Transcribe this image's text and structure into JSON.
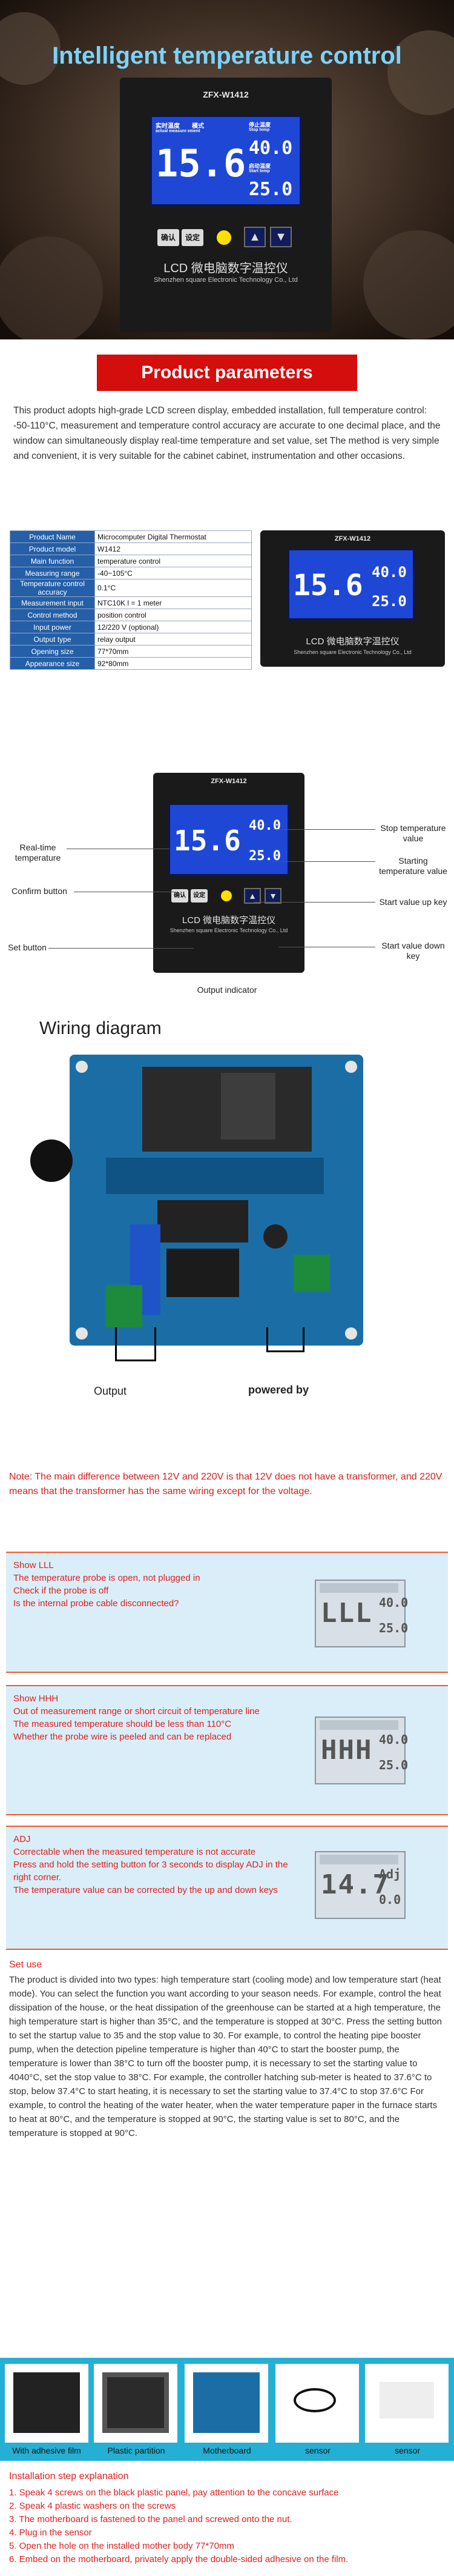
{
  "hero": {
    "title": "Intelligent temperature control",
    "model": "ZFX-W1412",
    "lcd": {
      "label_realtime": "实时温度",
      "label_mode": "模式",
      "label_actual": "actual measure ement",
      "label_stop": "停止温度",
      "label_stop_en": "Stop temp",
      "label_start": "启动温度",
      "label_start_en": "Start temp",
      "temp_value": "15.6",
      "stop_value": "40.0",
      "start_value": "25.0"
    },
    "btn_confirm": "确认",
    "btn_set": "设定",
    "caption_cn": "LCD 微电脑数字温控仪",
    "caption_en": "Shenzhen square Electronic Technology Co., Ltd"
  },
  "section_title": "Product parameters",
  "intro": "This product adopts high-grade LCD screen display, embedded installation, full temperature control: -50-110°C, measurement and temperature control accuracy are accurate to one decimal place, and the window can simultaneously display real-time temperature and set value, set The method is very simple and convenient, it is very suitable for the cabinet cabinet, instrumentation and other occasions.",
  "spec_rows": [
    {
      "k": "Product Name",
      "v": "Microcomputer Digital Thermostat"
    },
    {
      "k": "Product model",
      "v": "W1412"
    },
    {
      "k": "Main function",
      "v": "temperature control"
    },
    {
      "k": "Measuring range",
      "v": "-40~105°C"
    },
    {
      "k": "Temperature control accuracy",
      "v": "0.1°C"
    },
    {
      "k": "Measurement input",
      "v": "NTC10K l = 1 meter"
    },
    {
      "k": "Control method",
      "v": "position control"
    },
    {
      "k": "Input power",
      "v": "12/220 V (optional)"
    },
    {
      "k": "Output type",
      "v": "relay output"
    },
    {
      "k": "Opening size",
      "v": "77*70mm"
    },
    {
      "k": "Appearance size",
      "v": "92*80mm"
    }
  ],
  "annotations": {
    "realtime": "Real-time temperature",
    "confirm": "Confirm button",
    "set": "Set button",
    "stop": "Stop temperature value",
    "start": "Starting temperature value",
    "up": "Start value up key",
    "down": "Start value down key",
    "output": "Output indicator"
  },
  "wiring": {
    "title": "Wiring diagram",
    "output_label": "Output",
    "powered_label": "powered by"
  },
  "note": "Note: The main difference between 12V and 220V is that 12V does not have a transformer, and 220V means that the transformer has the same wiring except for the voltage.",
  "errors": [
    {
      "title": "Show LLL",
      "lines": [
        "The temperature probe is open, not plugged in",
        "Check if the probe is off",
        "Is the internal probe cable disconnected?"
      ],
      "display": "LLL",
      "s1": "40.0",
      "s2": "25.0"
    },
    {
      "title": "Show HHH",
      "lines": [
        "Out of measurement range or short circuit of temperature line",
        "The measured temperature should be less than 110°C",
        "Whether the probe wire is peeled and can be replaced"
      ],
      "display": "HHH",
      "s1": "40.0",
      "s2": "25.0"
    },
    {
      "title": "ADJ",
      "lines": [
        "Correctable when the measured temperature is not accurate",
        "Press and hold the setting button for 3 seconds to display ADJ in the right corner.",
        "The temperature value can be corrected by the up and down keys"
      ],
      "display": "14.7",
      "s1": "Adj",
      "s2": "0.0"
    }
  ],
  "set_use": {
    "title": "Set use",
    "body": "The product is divided into two types: high temperature start (cooling mode) and low temperature start (heat mode). You can select the function you want according to your season needs. For example, control the heat dissipation of the house, or the heat dissipation of the greenhouse can be started at a high temperature, the high temperature start is higher than 35°C, and the temperature is stopped at 30°C. Press the setting button to set the startup value to 35 and the stop value to 30. For example, to control the heating pipe booster pump, when the detection pipeline temperature is higher than 40°C to start the booster pump, the temperature is lower than 38°C to turn off the booster pump, it is necessary to set the starting value to 4040°C, set the stop value to 38°C. For example, the controller hatching sub-meter is heated to 37.6°C to stop, below 37.4°C to start heating, it is necessary to set the starting value to 37.4°C to stop 37.6°C For example, to control the heating of the water heater, when the water temperature paper in the furnace starts to heat at 80°C, and the temperature is stopped at 90°C, the starting value is set to 80°C, and the temperature is stopped at 90°C."
  },
  "parts": [
    "With adhesive film",
    "Plastic partition",
    "Motherboard",
    "sensor",
    "sensor"
  ],
  "installation": {
    "title": "Installation step explanation",
    "steps": [
      "1. Speak 4 screws on the black plastic panel, pay attention to the concave surface",
      "2. Speak 4 plastic washers on the screws",
      "3. The motherboard is fastened to the panel and screwed onto the nut.",
      "4. Plug in the sensor",
      "5. Open the hole on the installed mother body 77*70mm",
      "6. Embed on the motherboard, privately apply the double-sided adhesive on the film."
    ]
  },
  "colors": {
    "banner_red": "#d40d0d",
    "spec_blue": "#245fa8",
    "lcd_blue": "#1f47d6",
    "error_red": "#e02020",
    "parts_bg": "#24b0d4"
  }
}
